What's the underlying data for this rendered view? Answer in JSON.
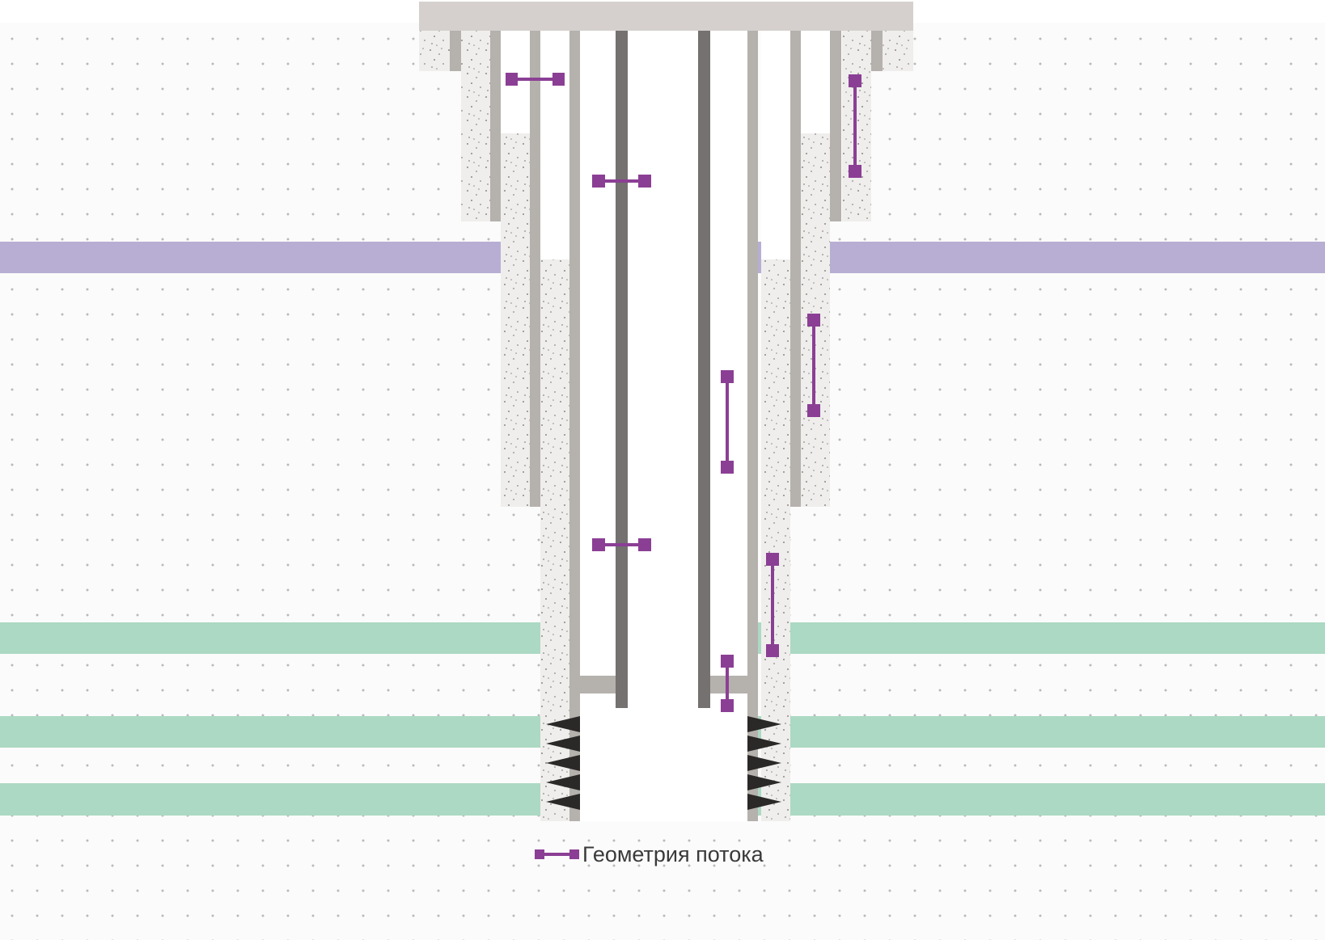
{
  "legend": {
    "label": "Геометрия потока",
    "icon": "flow-geometry-marker-icon"
  },
  "formation_layers": [
    {
      "kind": "reservoir-layer",
      "color": "#b8aed3"
    },
    {
      "kind": "productive-layer",
      "color": "#acd9c3"
    },
    {
      "kind": "productive-layer",
      "color": "#acd9c3"
    },
    {
      "kind": "productive-layer",
      "color": "#acd9c3"
    }
  ],
  "colors": {
    "wellhead": "#d5d0ce",
    "casing": "#b5b1ad",
    "tubing": "#747170",
    "cement": "#efeeec",
    "cement_dots": "#8c8888",
    "background_dots": "#b9b9b9",
    "flow_marker": "#8b3f94",
    "perforation": "#2b2828"
  },
  "flow_markers": [
    {
      "orientation": "horizontal"
    },
    {
      "orientation": "horizontal"
    },
    {
      "orientation": "horizontal"
    },
    {
      "orientation": "vertical"
    },
    {
      "orientation": "vertical"
    },
    {
      "orientation": "vertical"
    },
    {
      "orientation": "vertical"
    },
    {
      "orientation": "vertical"
    }
  ]
}
